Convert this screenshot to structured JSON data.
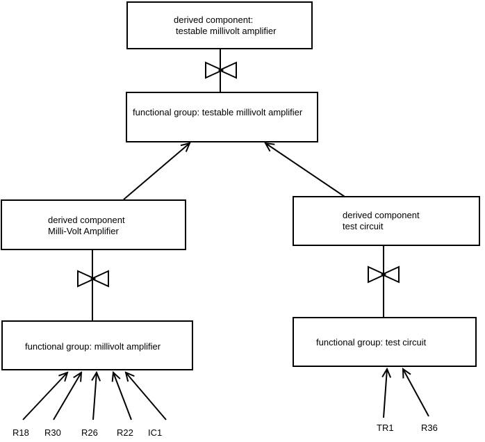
{
  "diagram": {
    "background_color": "#ffffff",
    "stroke_color": "#000000",
    "nodes": {
      "top_derived": {
        "line1": "derived component:",
        "line2": "testable millivolt amplifier"
      },
      "fg_testable": {
        "label": "functional group: testable millivolt amplifier"
      },
      "derived_mva": {
        "line1": "derived component",
        "line2": "Milli-Volt Amplifier"
      },
      "derived_test": {
        "line1": "derived component",
        "line2": "test circuit"
      },
      "fg_mva": {
        "label": "functional group: millivolt amplifier"
      },
      "fg_test": {
        "label": "functional group: test circuit"
      }
    },
    "leaf_labels_left": [
      "R18",
      "R30",
      "R26",
      "R22",
      "IC1"
    ],
    "leaf_labels_right": [
      "TR1",
      "R36"
    ]
  }
}
